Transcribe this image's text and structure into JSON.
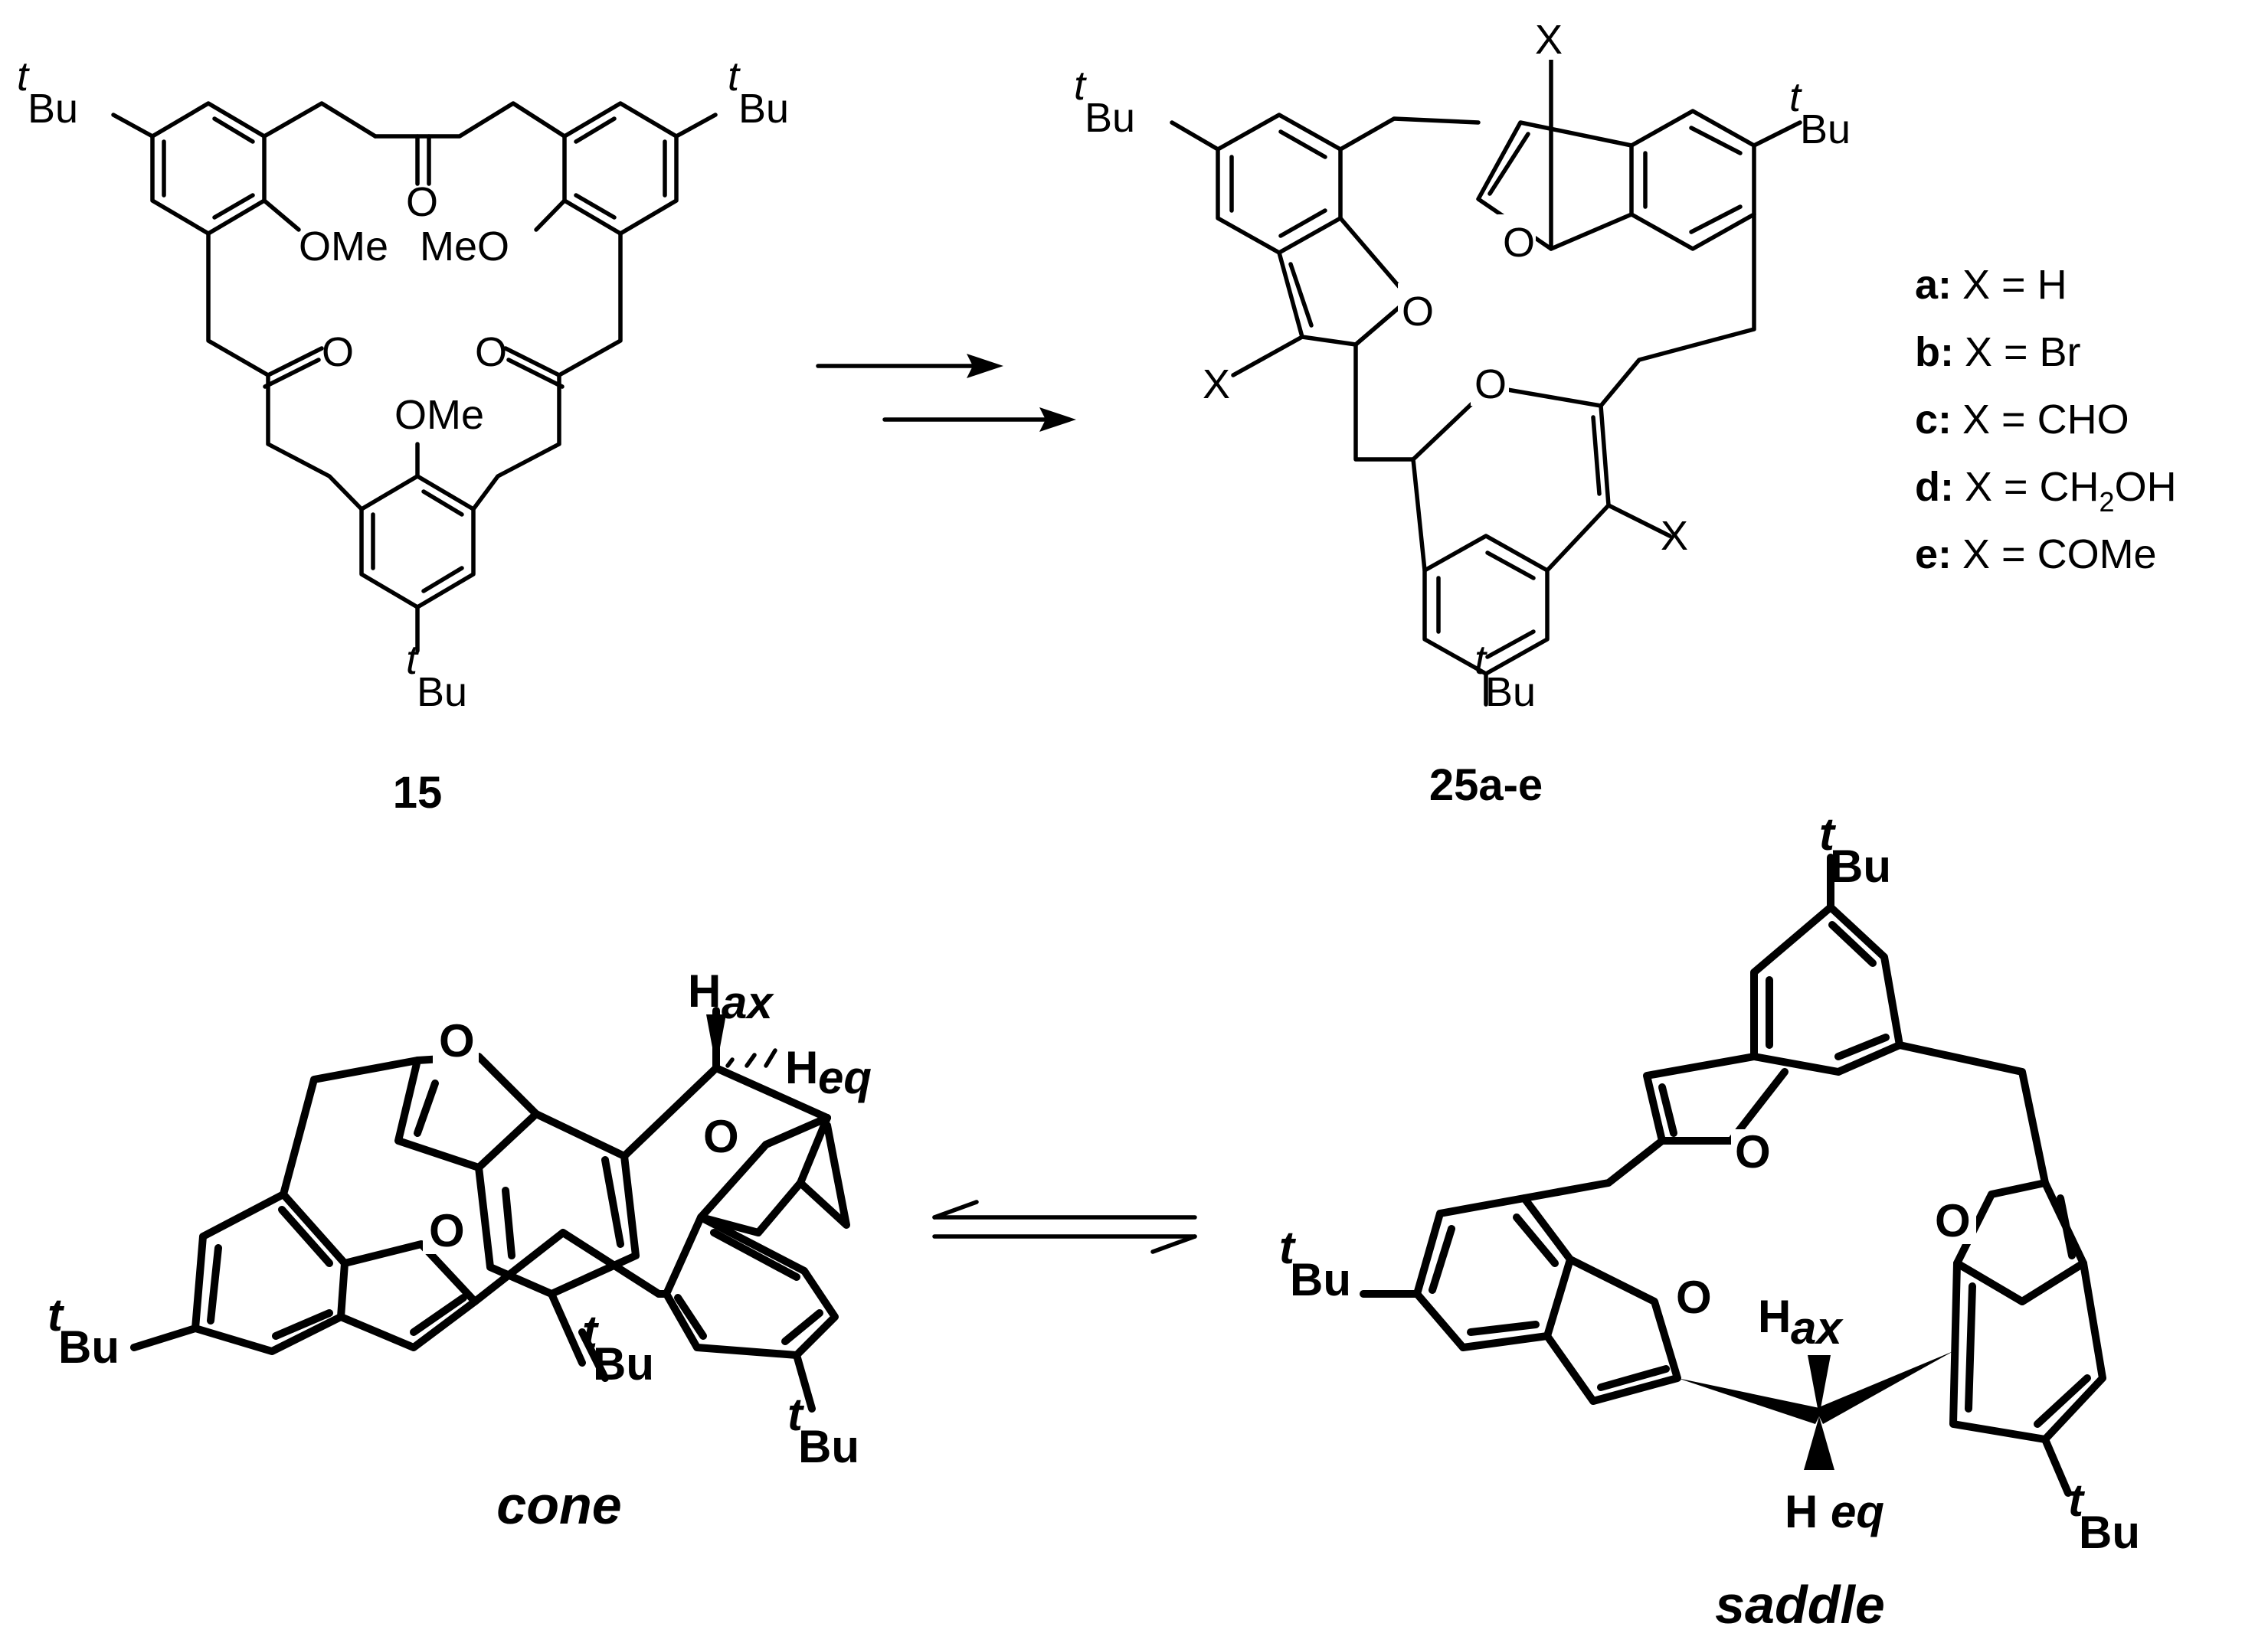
{
  "compounds": {
    "start": "15",
    "product": "25a-e"
  },
  "labels": {
    "tbu_prefix": "t",
    "tbu_suffix": "Bu",
    "ome": "OMe",
    "meo": "MeO",
    "oxygen": "O",
    "x": "X",
    "h": "H",
    "ax": "ax",
    "eq": "eq"
  },
  "legend": [
    {
      "key": "a:",
      "text": "X = H"
    },
    {
      "key": "b:",
      "text": "X = Br"
    },
    {
      "key": "c:",
      "text": "X = CHO"
    },
    {
      "key": "d:",
      "text": "X = CH",
      "sub": "2",
      "tail": "OH"
    },
    {
      "key": "e:",
      "text": "X = COMe"
    }
  ],
  "conformers": {
    "left": "cone",
    "right": "saddle"
  }
}
